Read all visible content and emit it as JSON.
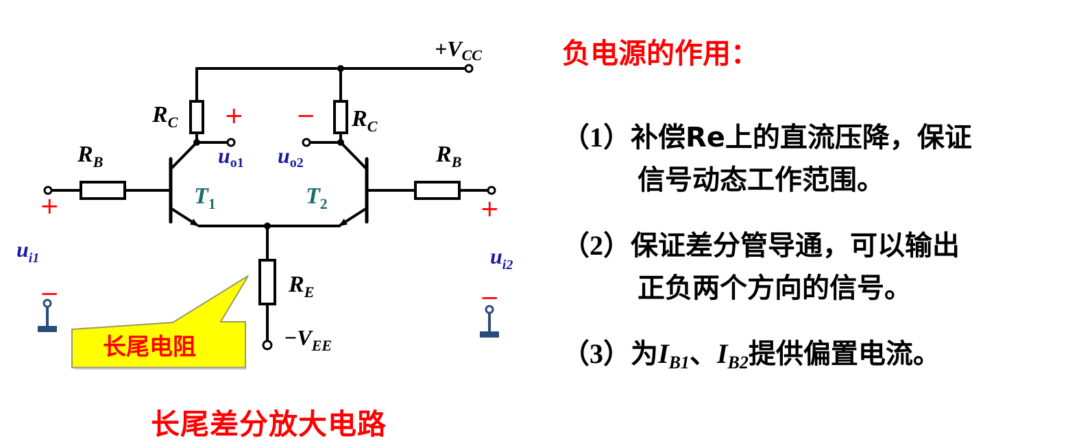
{
  "circuit": {
    "vcc_label": "+V",
    "vcc_sub": "CC",
    "vee_label": "−V",
    "vee_sub": "EE",
    "rc_left": "R",
    "rc_left_sub": "C",
    "rc_right": "R",
    "rc_right_sub": "C",
    "rb_left": "R",
    "rb_left_sub": "B",
    "rb_right": "R",
    "rb_right_sub": "B",
    "re_label": "R",
    "re_sub": "E",
    "t1": "T",
    "t1_sub": "1",
    "t2": "T",
    "t2_sub": "2",
    "uo1": "u",
    "uo1_sub": "o1",
    "uo2": "u",
    "uo2_sub": "o2",
    "ui1": "u",
    "ui1_sub": "i1",
    "ui2": "u",
    "ui2_sub": "i2",
    "plus": "+",
    "minus": "−",
    "callout": "长尾电阻",
    "colors": {
      "wire": "#000000",
      "red": "#ff0000",
      "blue": "#1a1aa6",
      "teal": "#1a6b6b",
      "ground": "#2a4b7c",
      "callout_fill": "#ffff00"
    }
  },
  "caption": "长尾差分放大电路",
  "heading": "负电源的作用：",
  "items": [
    {
      "num": "（1）",
      "line1": "补偿Re上的直流压降，保证",
      "line2": "信号动态工作范围。"
    },
    {
      "num": "（2）",
      "line1": "保证差分管导通，可以输出",
      "line2": "正负两个方向的信号。"
    },
    {
      "num": "（3）",
      "pre": "为",
      "v1": "I",
      "v1_sub": "B1",
      "sep": "、",
      "v2": "I",
      "v2_sub": "B2",
      "post": "提供偏置电流。"
    }
  ]
}
